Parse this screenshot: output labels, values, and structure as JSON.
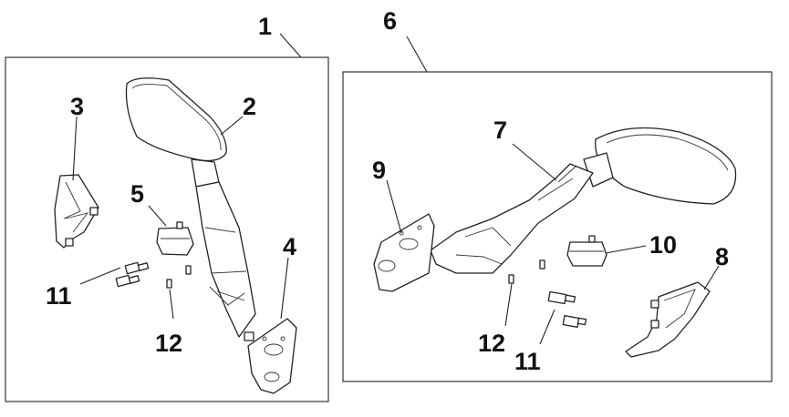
{
  "callouts": {
    "c1": "1",
    "c2": "2",
    "c3": "3",
    "c4": "4",
    "c5": "5",
    "c6": "6",
    "c7": "7",
    "c8": "8",
    "c9": "9",
    "c10": "10",
    "c11_left": "11",
    "c12_left": "12",
    "c11_right": "11",
    "c12_right": "12"
  },
  "colors": {
    "line": "#222222",
    "background": "#ffffff"
  }
}
